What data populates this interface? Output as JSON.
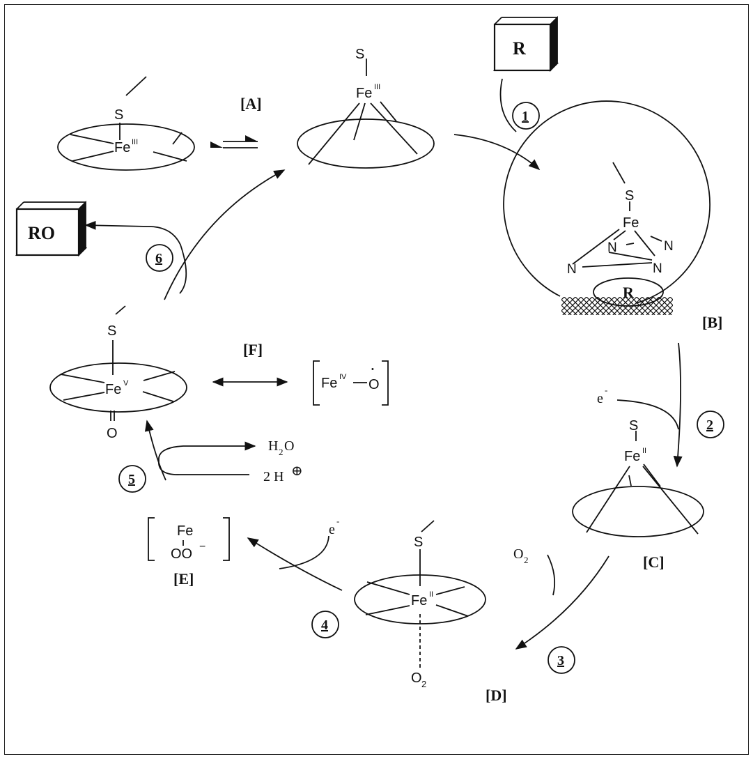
{
  "species": {
    "A": "[A]",
    "B": "[B]",
    "C": "[C]",
    "D": "[D]",
    "E": "[E]",
    "F": "[F]"
  },
  "steps": [
    "1",
    "2",
    "3",
    "4",
    "5",
    "6"
  ],
  "boxes": {
    "substrate": "R",
    "product": "RO"
  },
  "atoms": {
    "S": "S",
    "Fe": "Fe",
    "N": "N",
    "O": "O",
    "O2": "O",
    "O2_sub": "2",
    "OO": "OO",
    "R_in_pocket": "R"
  },
  "oxidation_states": {
    "III": "III",
    "II": "II",
    "V": "V",
    "IV": "IV"
  },
  "reagents": {
    "electron": "e",
    "electron_sup": "-",
    "oxygen": "O",
    "oxygen_sub": "2",
    "water_H": "H",
    "water_sub": "2",
    "water_O": "O",
    "protons": "2 H",
    "proton_sign": "⊕",
    "minus": "−",
    "radical_dot": "•"
  }
}
